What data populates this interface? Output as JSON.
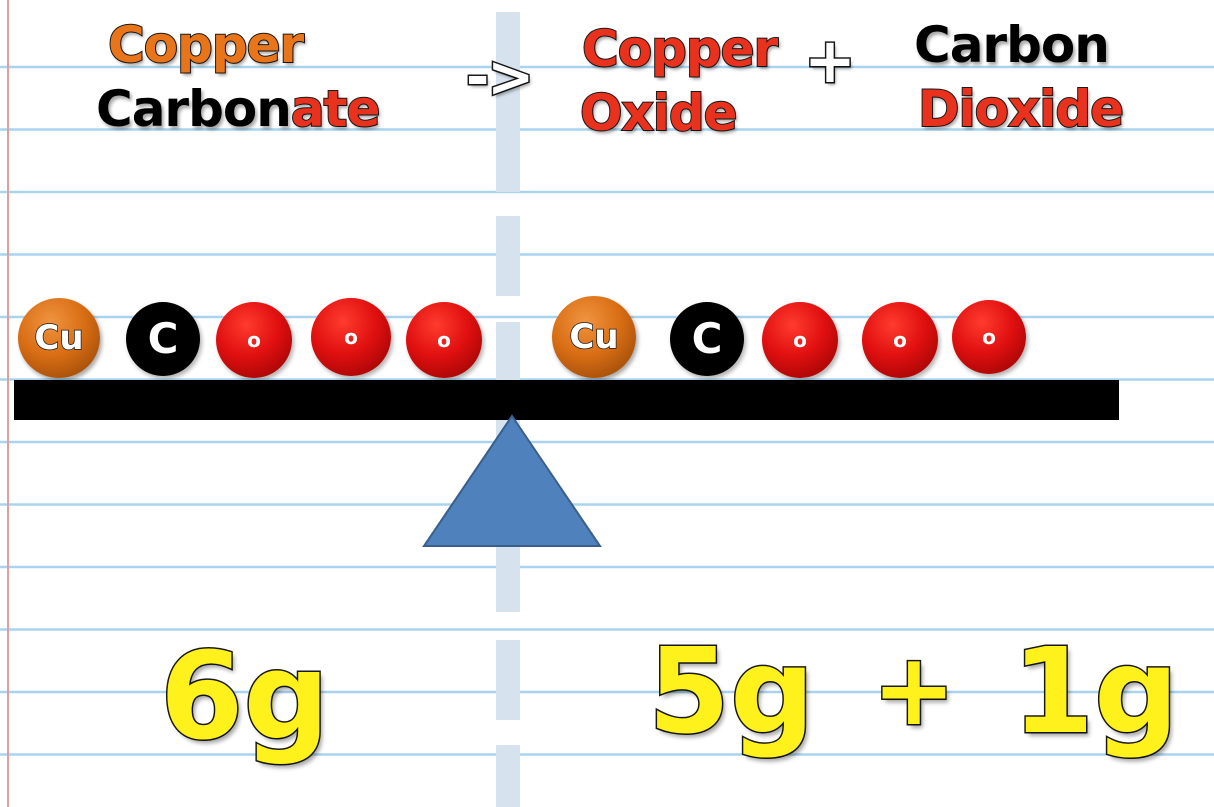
{
  "colors": {
    "copper": "#E8751A",
    "oxygen_red": "#E8321E",
    "carbon_black": "#000000",
    "mass_yellow": "#FFF21C",
    "fulcrum_blue": "#4F81BD",
    "ruled_line": "#A9D3EE",
    "margin_line": "#E0A0A0",
    "divider": "#D6E3EF"
  },
  "equation": {
    "reactant": {
      "line1": "Copper",
      "line2_a": "Carbon",
      "line2_b": "ate"
    },
    "arrow": "->",
    "product1": {
      "line1": "Copper",
      "line2": "Oxide"
    },
    "plus": "+",
    "product2": {
      "line1": "Carbon",
      "line2": "Dioxide"
    }
  },
  "atoms": {
    "left": [
      "Cu",
      "C",
      "o",
      "o",
      "o"
    ],
    "right": [
      "Cu",
      "C",
      "o",
      "o",
      "o"
    ]
  },
  "masses": {
    "reactant": "6g",
    "product1": "5g",
    "plus": "+",
    "product2": "1g"
  }
}
